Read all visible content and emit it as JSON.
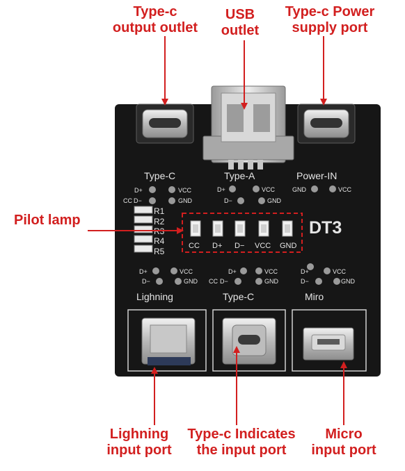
{
  "callouts": {
    "typec_output_l1": "Type-c",
    "typec_output_l2": "output outlet",
    "usb_l1": "USB",
    "usb_l2": "outlet",
    "power_l1": "Type-c Power",
    "power_l2": "supply port",
    "pilot": "Pilot lamp",
    "lightning_l1": "Lighning",
    "lightning_l2": "input port",
    "typec_in_l1": "Type-c Indicates",
    "typec_in_l2": "the input port",
    "micro_l1": "Micro",
    "micro_l2": "input port"
  },
  "board": {
    "model": "DT3",
    "top_labels": {
      "left": "Type-C",
      "center": "Type-A",
      "right": "Power-IN"
    },
    "bottom_labels": {
      "left": "Lighning",
      "center": "Type-C",
      "right": "Miro"
    },
    "pins": {
      "dplus": "D+",
      "dminus": "D−",
      "cc": "CC",
      "vcc": "VCC",
      "gnd": "GND"
    },
    "resistors": [
      "R1",
      "R2",
      "R3",
      "R4",
      "R5"
    ],
    "leds": [
      "CC",
      "D+",
      "D−",
      "VCC",
      "GND"
    ]
  },
  "colors": {
    "callout": "#d21f1f",
    "pcb": "#161616",
    "silkscreen": "#e6e6e6"
  }
}
